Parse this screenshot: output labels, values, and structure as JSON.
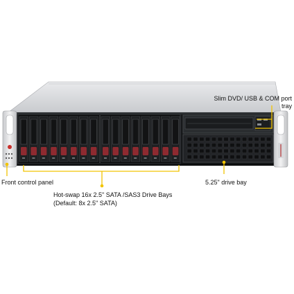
{
  "labels": {
    "slim_dvd": "Slim DVD/ USB & COM port",
    "tray": "tray",
    "drive_bay": "5.25\" drive bay",
    "front_panel": "Front control panel",
    "hotswap_line1": "Hot-swap  16x 2.5\" SATA /SAS3 Drive Bays",
    "hotswap_line2": "(Default:  8x 2.5\" SATA)"
  },
  "colors": {
    "callout": "#f2c400",
    "chassis_top": "#d7d9dc",
    "front_face": "#17191b",
    "drive_latch": "#8e2a30",
    "ears": "#e6e7e9"
  },
  "drive_bays": {
    "count": 16
  }
}
